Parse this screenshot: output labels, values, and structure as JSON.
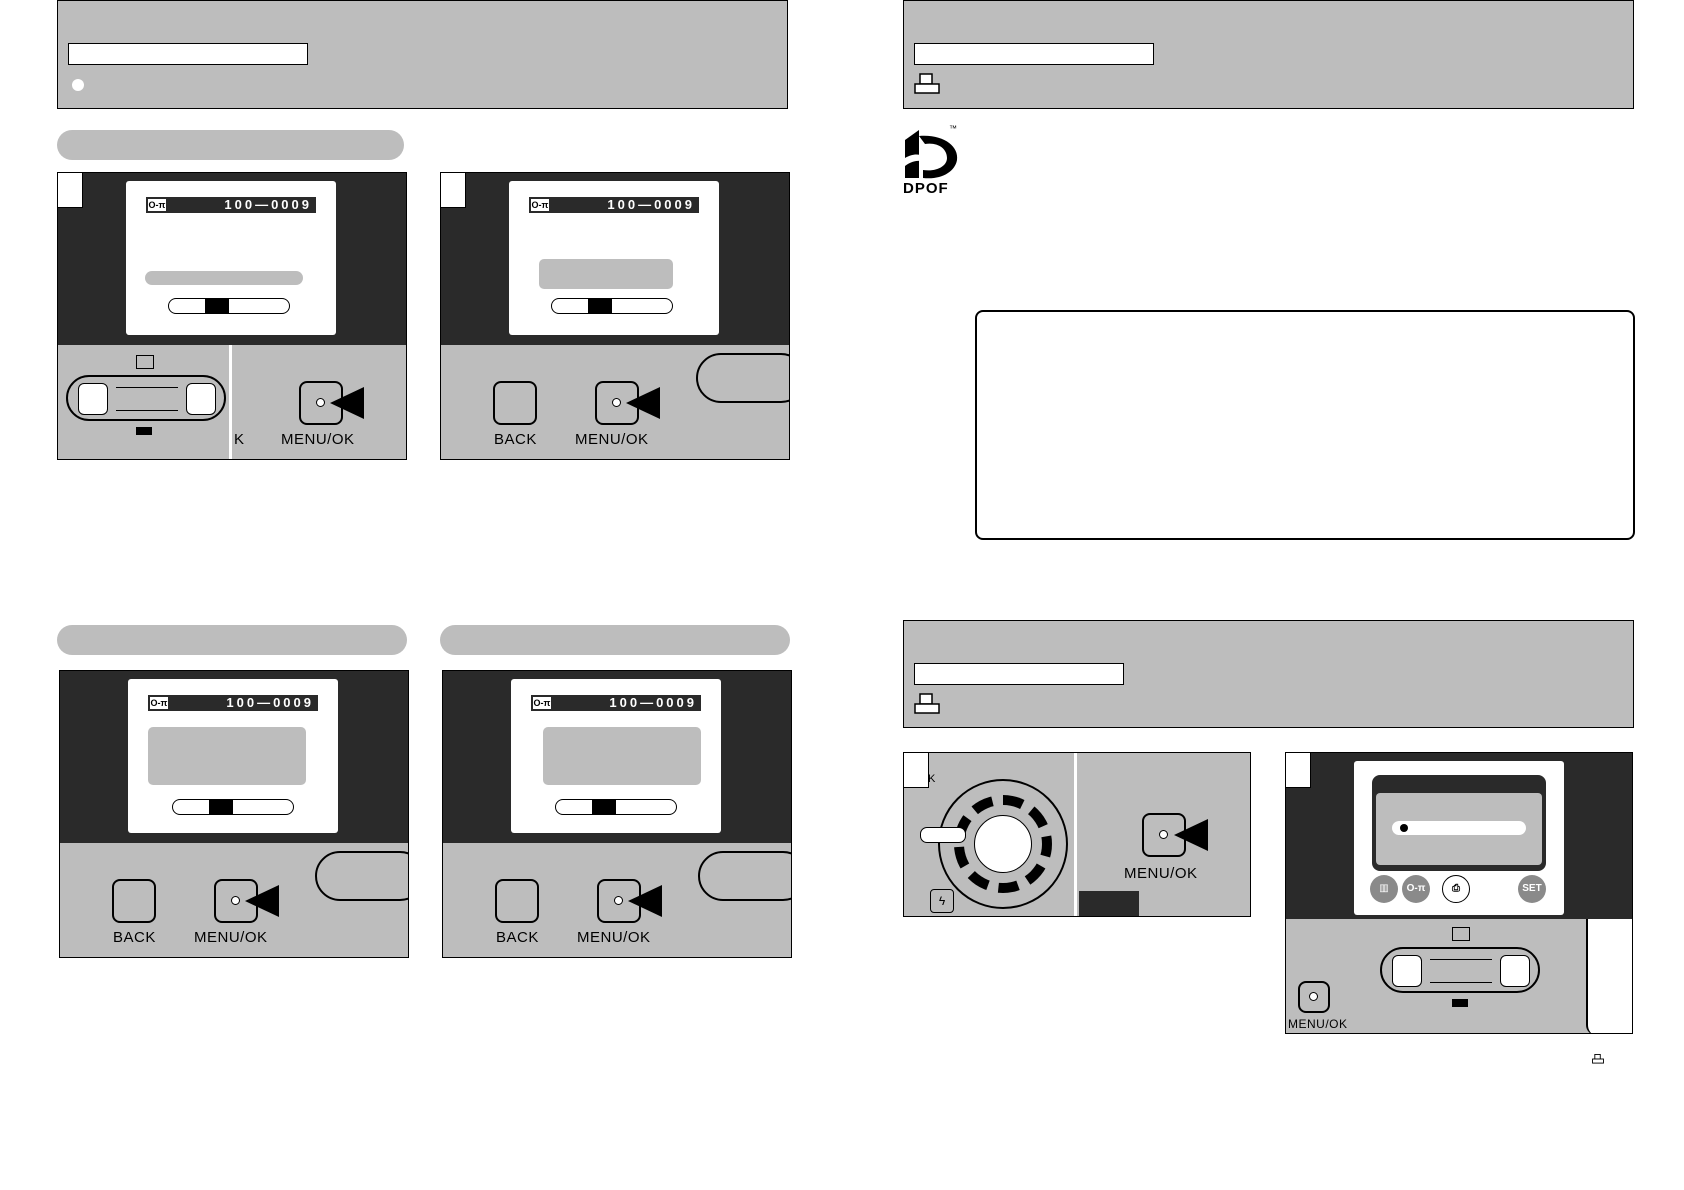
{
  "screens": {
    "counter": "100—0009"
  },
  "camera": {
    "back_label": "BACK",
    "menu_ok_label": "MENU/OK",
    "back_partial": "K"
  },
  "lcd_menu": {
    "set_label": "SET"
  },
  "logo": {
    "text": "DPOF",
    "tm": "™"
  },
  "icons": {
    "bullet": "white-circle-bullet",
    "printer": "printer-icon",
    "key": "protect-key-icon",
    "arrow": "press-arrow-icon"
  }
}
